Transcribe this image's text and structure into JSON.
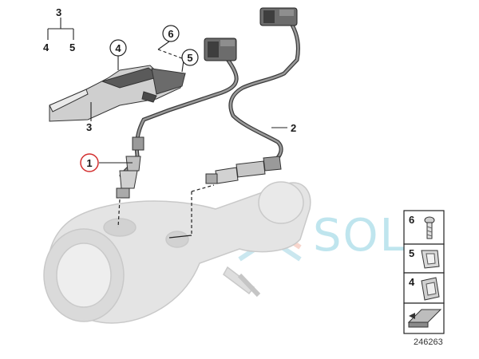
{
  "callouts": {
    "c1": "1",
    "c2": "2",
    "c3_top": "3",
    "c3_bottom": "3",
    "c4_tree": "4",
    "c5_tree": "5",
    "c4_circle": "4",
    "c5_circle": "5",
    "c6_circle": "6"
  },
  "legend": [
    {
      "label": "6",
      "icon": "bolt-icon"
    },
    {
      "label": "5",
      "icon": "clip-icon"
    },
    {
      "label": "4",
      "icon": "spring-nut-icon"
    },
    {
      "label": "",
      "icon": "mounting-plate-icon"
    }
  ],
  "diagram_number": "246263",
  "watermark": "SOL",
  "colors": {
    "highlight_circle": "#d32f2f",
    "line": "#222222",
    "hose": "#555555",
    "ghost_part": "#d6d6d6",
    "watermark": "#bfe5ee"
  }
}
